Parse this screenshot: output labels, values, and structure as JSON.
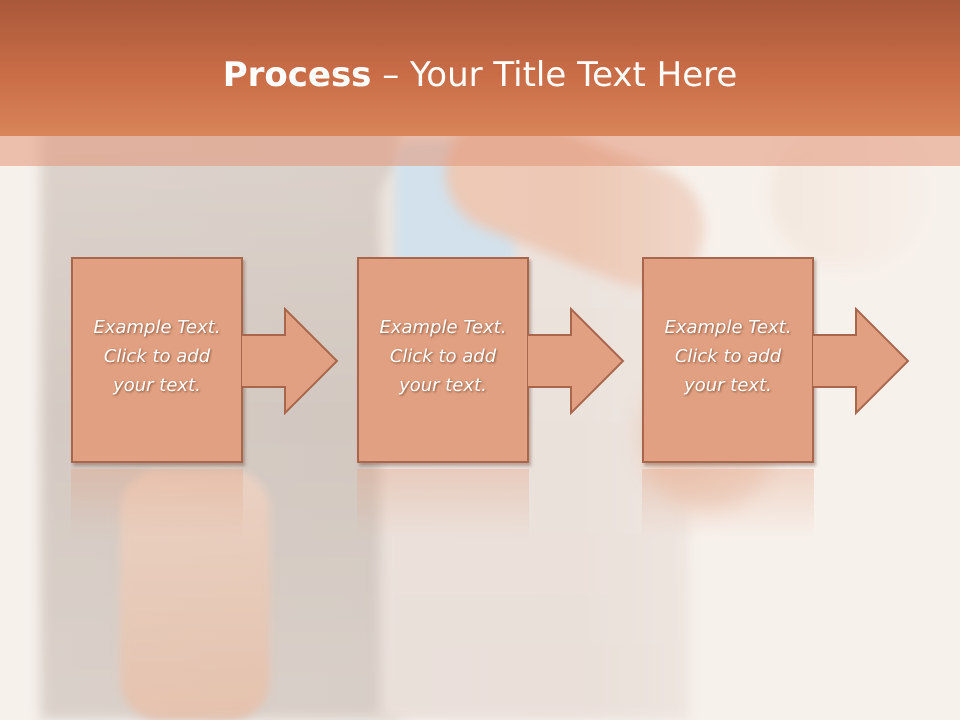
{
  "slide": {
    "title_bold": "Process",
    "title_rest": " – Your Title Text Here",
    "steps": [
      {
        "label": "Example Text.\nClick  to add\nyour text."
      },
      {
        "label": "Example Text.\nClick  to add\nyour text."
      },
      {
        "label": "Example Text.\nClick  to add\nyour text."
      }
    ]
  },
  "colors": {
    "header": "#c96d47",
    "box_fill": "#e1a081",
    "box_border": "#a8674d",
    "text": "#ffffff"
  }
}
